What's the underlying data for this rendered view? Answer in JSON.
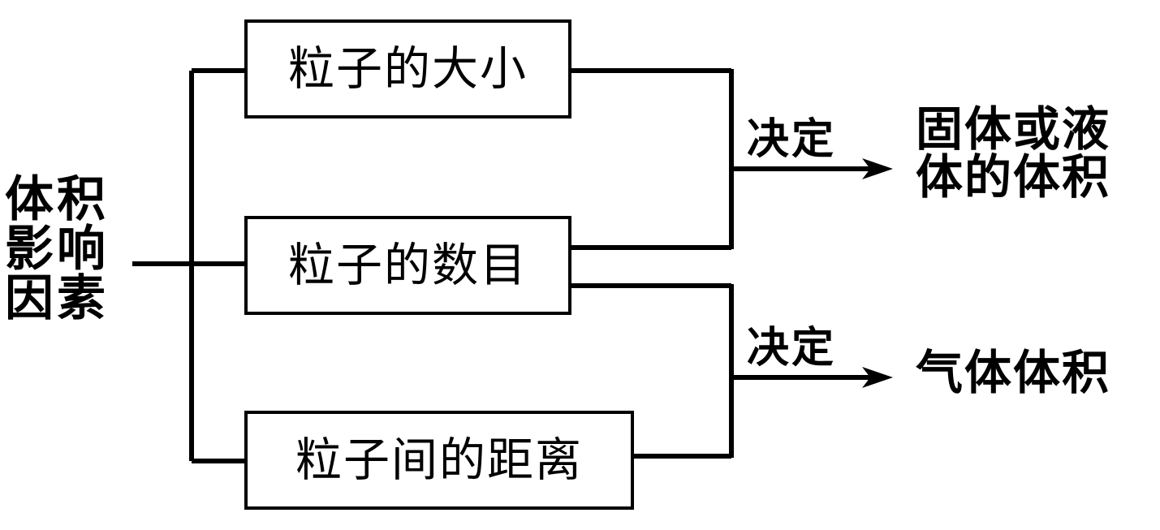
{
  "diagram": {
    "title": "体积影响因素",
    "root": {
      "label": "体积\n影响\n因素",
      "label_plain": "体积影响因素"
    },
    "factors": [
      {
        "id": "particle-size",
        "label": "粒子的大小"
      },
      {
        "id": "particle-count",
        "label": "粒子的数目"
      },
      {
        "id": "particle-distance",
        "label": "粒子间的距离"
      }
    ],
    "relations": [
      {
        "id": "solid-liquid-volume",
        "edge_label": "决定",
        "sources": [
          "particle-size",
          "particle-count"
        ],
        "target": "固体或液\n体的体积",
        "target_plain": "固体或液体的体积"
      },
      {
        "id": "gas-volume",
        "edge_label": "决定",
        "sources": [
          "particle-count",
          "particle-distance"
        ],
        "target": "气体体积",
        "target_plain": "气体体积"
      }
    ],
    "colors": {
      "stroke": "#000000",
      "background": "#ffffff",
      "text": "#000000"
    }
  }
}
